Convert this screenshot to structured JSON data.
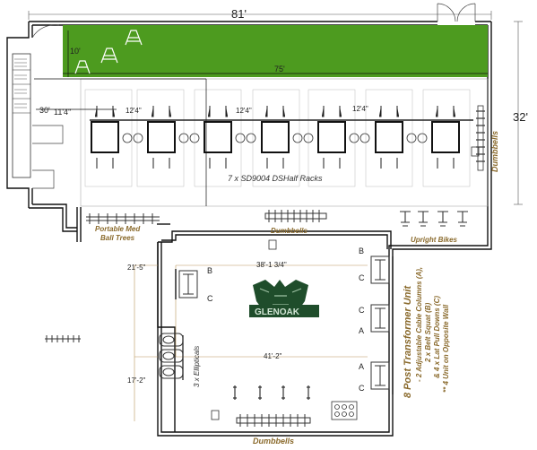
{
  "dimensions": {
    "overall_width": "81'",
    "overall_depth": "32'",
    "turf_width": "75'",
    "turf_depth": "10'",
    "dim_30": "30'",
    "dim_11": "11'4\"",
    "rack_gap_a": "12'4\"",
    "rack_gap_b": "12'4\"",
    "rack_gap_c": "12'4\"",
    "mid_width": "38'-1 3/4\"",
    "left_depth": "21'-5\"",
    "lower_width": "41'-2\"",
    "lower_depth": "17'-2\""
  },
  "labels": {
    "racks": "7 x SD9004 DSHalf Racks",
    "med_ball": "Portable Med\nBall Trees",
    "dumbbells_top": "Dumbbells",
    "upright_bikes": "Upright Bikes",
    "dumbbells_right": "Dumbbells",
    "ellipticals": "3 x Ellipticals",
    "dumbbells_bottom": "Dumbbells",
    "transformer_title": "8 Post Transformer Unit",
    "transformer_line1": "- 2 Adjustable Cable Columns (A),",
    "transformer_line2": "2 x Belt Squat (B)",
    "transformer_line3": "& 4 x Lat Pull Downs (C)",
    "transformer_line4": "** 4 Unit on Opposite Wall",
    "letter_a1": "A",
    "letter_a2": "A",
    "letter_b1": "B",
    "letter_b2": "B",
    "letter_c1": "C",
    "letter_c2": "C",
    "letter_c3": "C",
    "letter_c4": "C",
    "logo_text": "GLENOAK"
  },
  "colors": {
    "turf": "#4d9b1f",
    "label_gold": "#8a6a2c",
    "logo_green": "#1f4d2b"
  }
}
